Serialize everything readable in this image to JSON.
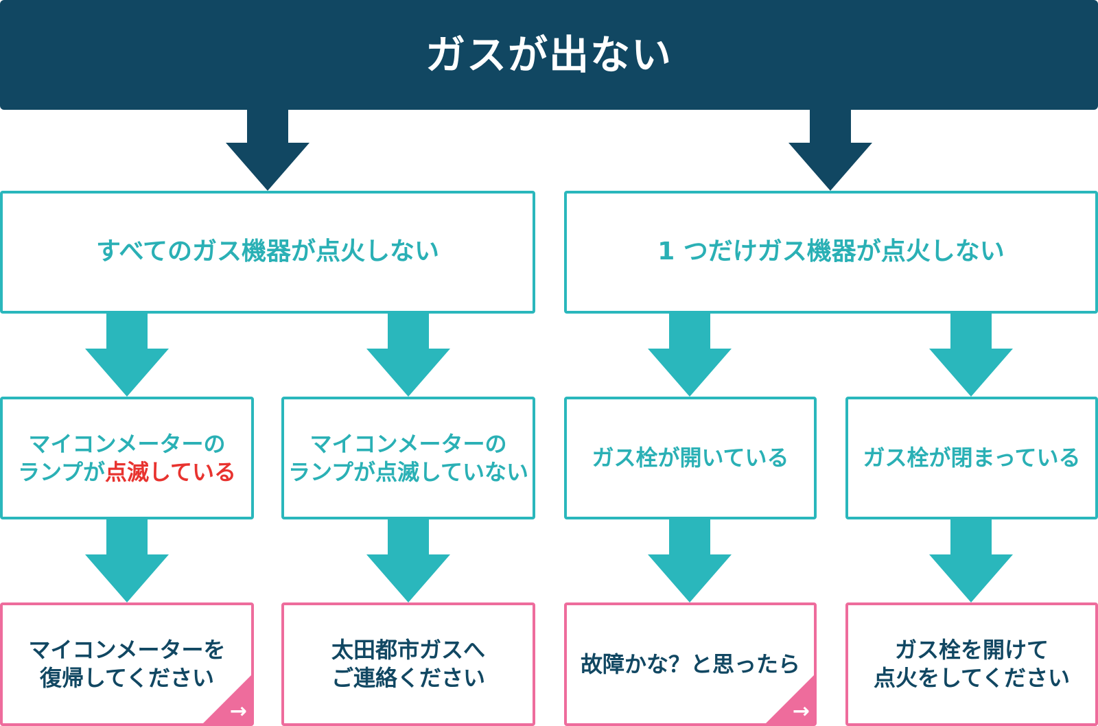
{
  "colors": {
    "navy": "#114762",
    "teal": "#2ab7bc",
    "pink": "#ee6c9c",
    "red": "#e8332f"
  },
  "header": {
    "title": "ガスが出ない"
  },
  "level1": [
    {
      "label": "すべてのガス機器が点火しない"
    },
    {
      "label": "1 つだけガス機器が点火しない"
    }
  ],
  "level2": [
    {
      "line1": "マイコンメーターの",
      "line2_prefix": "ランプが",
      "line2_highlight": "点滅している"
    },
    {
      "line1": "マイコンメーターの",
      "line2": "ランプが点滅していない"
    },
    {
      "line1": "ガス栓が開いている"
    },
    {
      "line1": "ガス栓が閉まっている"
    }
  ],
  "level3": [
    {
      "line1": "マイコンメーターを",
      "line2": "復帰してください",
      "link_icon": "arrow-right-icon"
    },
    {
      "line1": "太田都市ガスへ",
      "line2": "ご連絡ください"
    },
    {
      "line1": "故障かな？と思ったら",
      "link_icon": "arrow-right-icon"
    },
    {
      "line1": "ガス栓を開けて",
      "line2": "点火をしてください"
    }
  ]
}
